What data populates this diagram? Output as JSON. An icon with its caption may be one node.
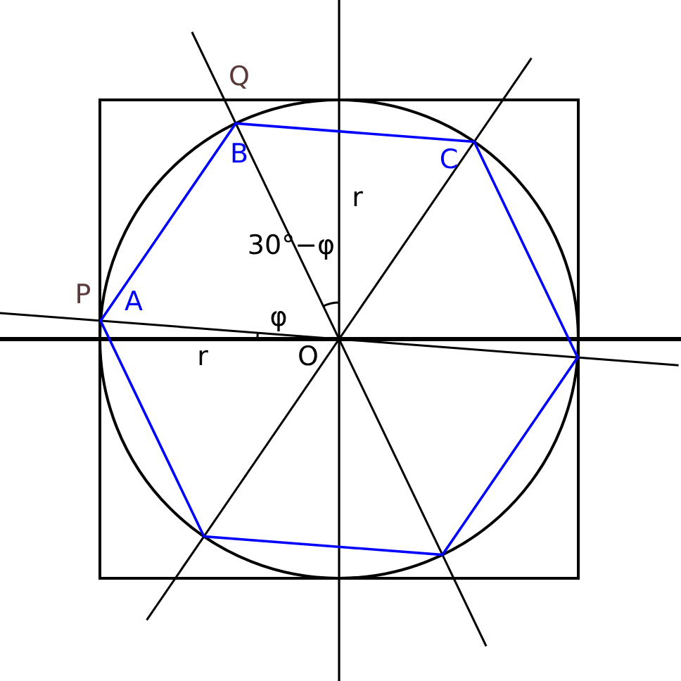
{
  "diagram": {
    "labels": [
      "Q",
      "B",
      "C",
      "r",
      "30°−φ",
      "P",
      "A",
      "φ",
      "r",
      "O"
    ]
  }
}
